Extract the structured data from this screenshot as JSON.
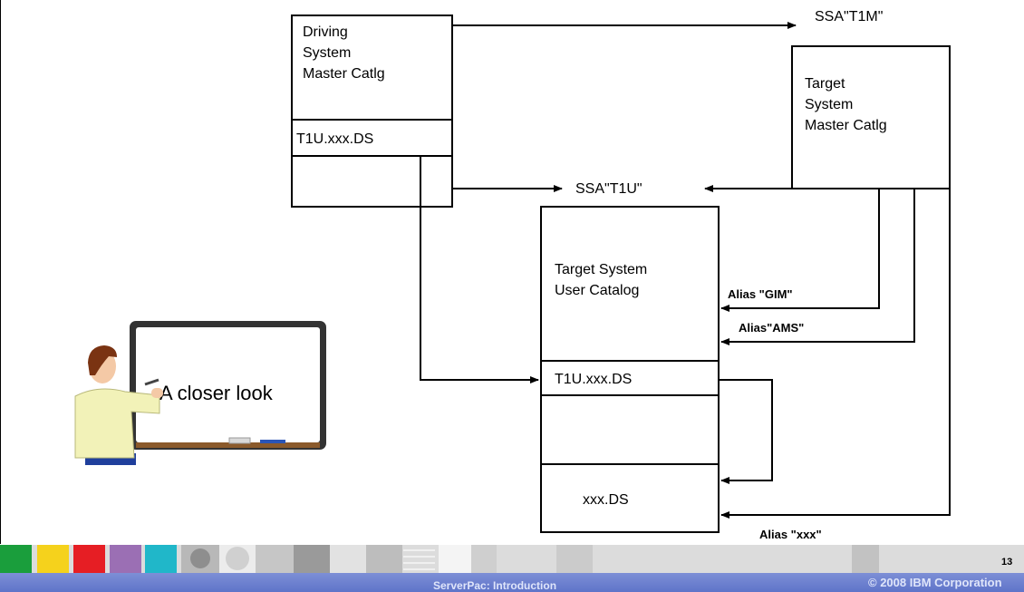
{
  "diagram": {
    "driving_catalog": [
      "Driving",
      "System",
      "Master Catlg"
    ],
    "driving_dataset": "T1U.xxx.DS",
    "target_master": [
      "Target",
      "System",
      "Master Catlg"
    ],
    "user_catalog": [
      "Target System",
      "User Catalog"
    ],
    "user_dataset": "T1U.xxx.DS",
    "user_data": "xxx.DS",
    "ssa_t1m": "SSA\"T1M\"",
    "ssa_t1u": "SSA\"T1U\"",
    "alias_gim": "Alias \"GIM\"",
    "alias_ams": "Alias\"AMS\"",
    "alias_xxx": "Alias \"xxx\""
  },
  "whiteboard": {
    "text": "A closer look"
  },
  "footer": {
    "page_number": "13",
    "center": "ServerPac: Introduction",
    "copyright": "© 2008 IBM Corporation"
  },
  "colors": {
    "strip": [
      "#1a9e3c",
      "#f5d21c",
      "#e61e24",
      "#9b6fb4",
      "#20b7c9"
    ],
    "footer": "#6b7ecd"
  }
}
